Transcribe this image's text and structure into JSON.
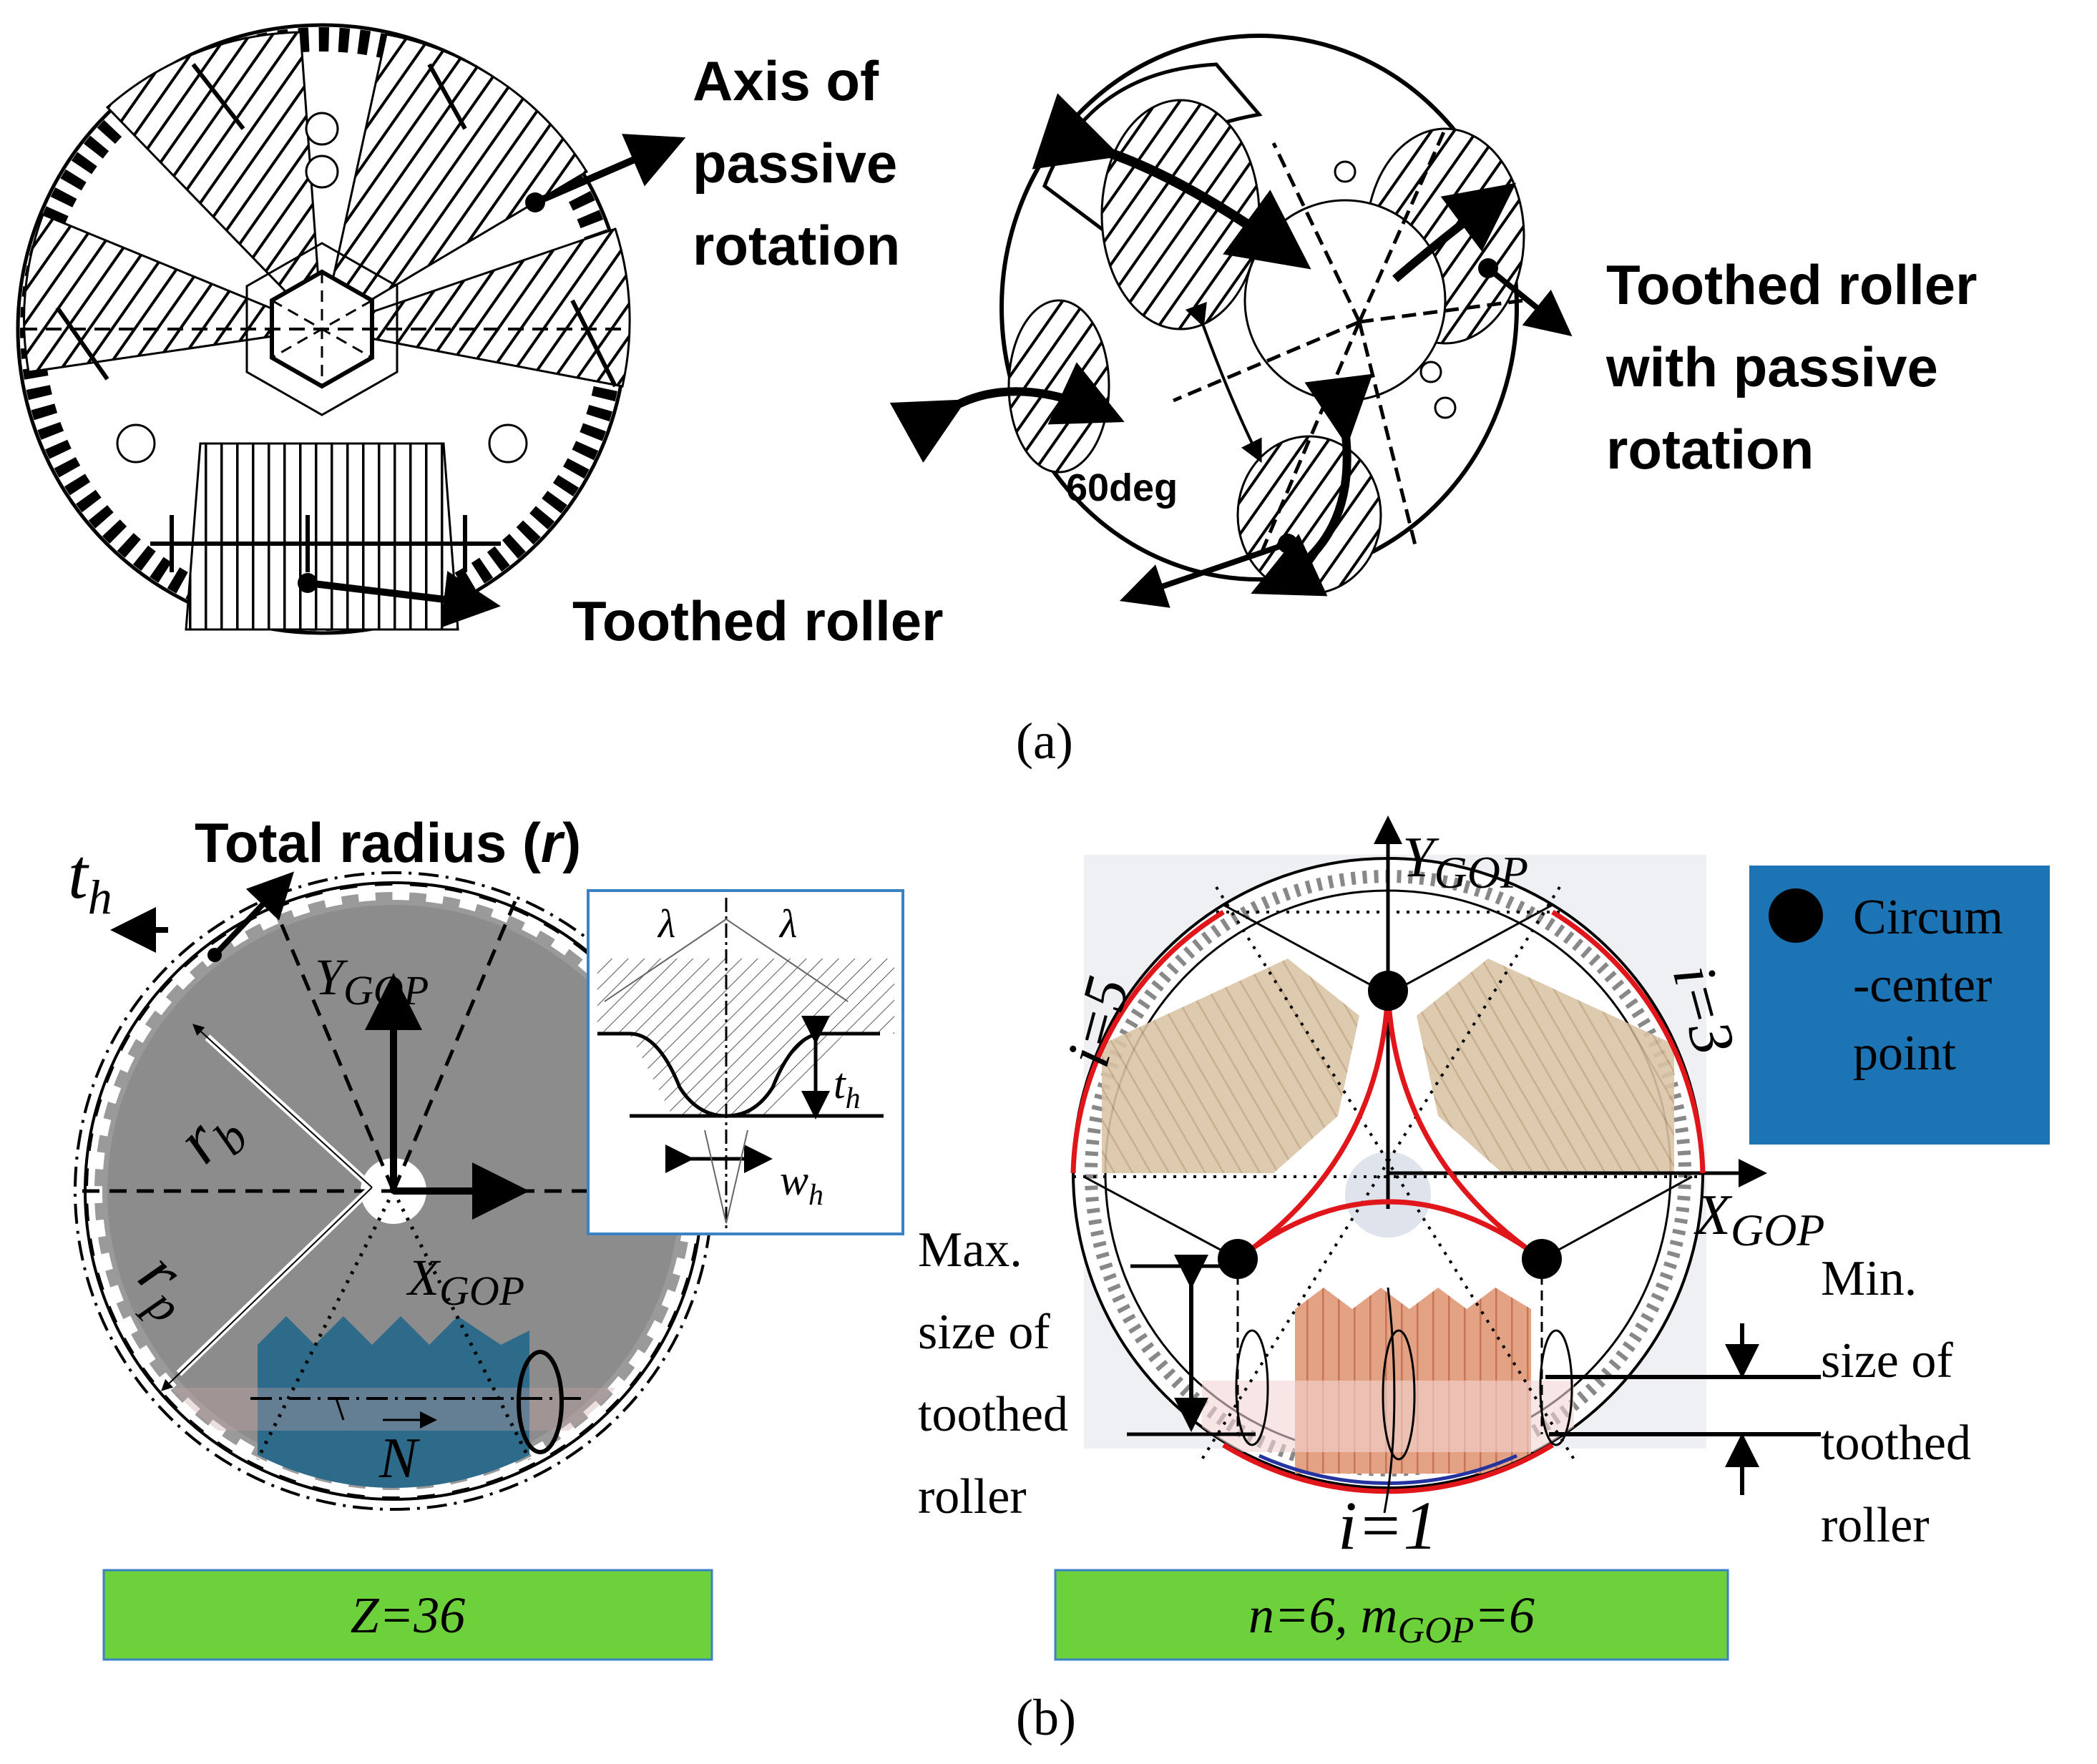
{
  "panel_a": {
    "label_axis": [
      "Axis of",
      "passive",
      "rotation"
    ],
    "label_toothed_roller": "Toothed roller",
    "label_toothed_roller_passive": [
      "Toothed roller",
      "with passive",
      "rotation"
    ],
    "label_angle": "60deg",
    "caption": "(a)"
  },
  "panel_b": {
    "caption": "(b)",
    "left": {
      "th_main": "t",
      "th_sub": "h",
      "title_prefix": "Total radius (",
      "title_var": "r",
      "title_suffix": ")",
      "y_axis": "Y",
      "y_sub": "GOP",
      "x_axis": "X",
      "x_sub": "GOP",
      "rb_main": "r",
      "rb_sub": "b",
      "rp_main": "r",
      "rp_sub": "p",
      "normal_vec": "N",
      "inset_lambda": "λ",
      "inset_th_main": "t",
      "inset_th_sub": "h",
      "inset_wh_main": "w",
      "inset_wh_sub": "h",
      "badge": "Z=36"
    },
    "right": {
      "y_axis": "Y",
      "y_sub": "GOP",
      "x_axis": "X",
      "x_sub": "GOP",
      "i5": "i=5",
      "i3": "i=3",
      "i1": "i=1",
      "legend": [
        "Circum",
        "-center",
        "point"
      ],
      "max_label": [
        "Max.",
        "size of",
        "toothed",
        "roller"
      ],
      "min_label": [
        "Min.",
        "size of",
        "toothed",
        "roller"
      ],
      "badge_pre": "n=6, m",
      "badge_sub": "GOP",
      "badge_post": "=6"
    }
  },
  "colors": {
    "gray_disk": "#8c8c8c",
    "blue_roller": "#2e6b8a",
    "badge_green": "#6dd13c",
    "legend_blue": "#1c74b4",
    "red_curve": "#e0161a",
    "tan_roller": "#d9c4a6",
    "orange_roller": "#d98c6a"
  }
}
